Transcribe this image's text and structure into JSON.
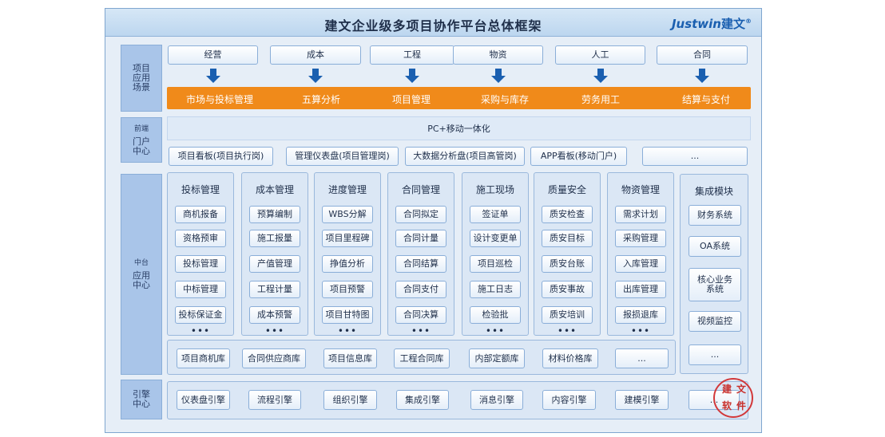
{
  "title": "建文企业级多项目协作平台总体框架",
  "brand": {
    "latin": "Justwin",
    "cn": "建文",
    "mark": "®"
  },
  "colors": {
    "accent_orange": "#f08a1a",
    "arrow_blue": "#1a5fb0",
    "side_blue": "#a9c5e9"
  },
  "rows": {
    "scenario": {
      "label": "项目\n应用\n场景",
      "top": [
        "经营",
        "成本",
        "工程",
        "物资",
        "人工",
        "合同"
      ],
      "bottom": [
        "市场与投标管理",
        "五算分析",
        "项目管理",
        "采购与库存",
        "劳务用工",
        "结算与支付"
      ]
    },
    "portal": {
      "label_small": "前端",
      "label": "门户\n中心",
      "banner": "PC+移动一体化",
      "boards": [
        "项目看板(项目执行岗)",
        "管理仪表盘(项目管理岗)",
        "大数据分析盘(项目高管岗)",
        "APP看板(移动门户)",
        "..."
      ]
    },
    "middle": {
      "label_small": "中台",
      "label": "应用\n中心",
      "groups": [
        {
          "title": "投标管理",
          "items": [
            "商机报备",
            "资格预审",
            "投标管理",
            "中标管理",
            "投标保证金"
          ],
          "more": "•••"
        },
        {
          "title": "成本管理",
          "items": [
            "预算编制",
            "施工报量",
            "产值管理",
            "工程计量",
            "成本预警"
          ],
          "more": "•••"
        },
        {
          "title": "进度管理",
          "items": [
            "WBS分解",
            "项目里程碑",
            "挣值分析",
            "项目预警",
            "项目甘特图"
          ],
          "more": "•••"
        },
        {
          "title": "合同管理",
          "items": [
            "合同拟定",
            "合同计量",
            "合同结算",
            "合同支付",
            "合同决算"
          ],
          "more": "•••"
        },
        {
          "title": "施工现场",
          "items": [
            "签证单",
            "设计变更单",
            "项目巡检",
            "施工日志",
            "检验批"
          ],
          "more": "•••"
        },
        {
          "title": "质量安全",
          "items": [
            "质安检查",
            "质安目标",
            "质安台账",
            "质安事故",
            "质安培训"
          ],
          "more": "•••"
        },
        {
          "title": "物资管理",
          "items": [
            "需求计划",
            "采购管理",
            "入库管理",
            "出库管理",
            "报损退库"
          ],
          "more": "•••"
        }
      ],
      "libraries": [
        "项目商机库",
        "合同供应商库",
        "项目信息库",
        "工程合同库",
        "内部定额库",
        "材料价格库",
        "..."
      ],
      "integration": {
        "title": "集成模块",
        "items": [
          "财务系统",
          "OA系统",
          "核心业务\n系统",
          "视频监控",
          "..."
        ]
      }
    },
    "engine": {
      "label": "引擎\n中心",
      "items": [
        "仪表盘引擎",
        "流程引擎",
        "组织引擎",
        "集成引擎",
        "消息引擎",
        "内容引擎",
        "建模引擎",
        "..."
      ]
    }
  },
  "stamp": [
    "建",
    "文",
    "软",
    "件"
  ]
}
